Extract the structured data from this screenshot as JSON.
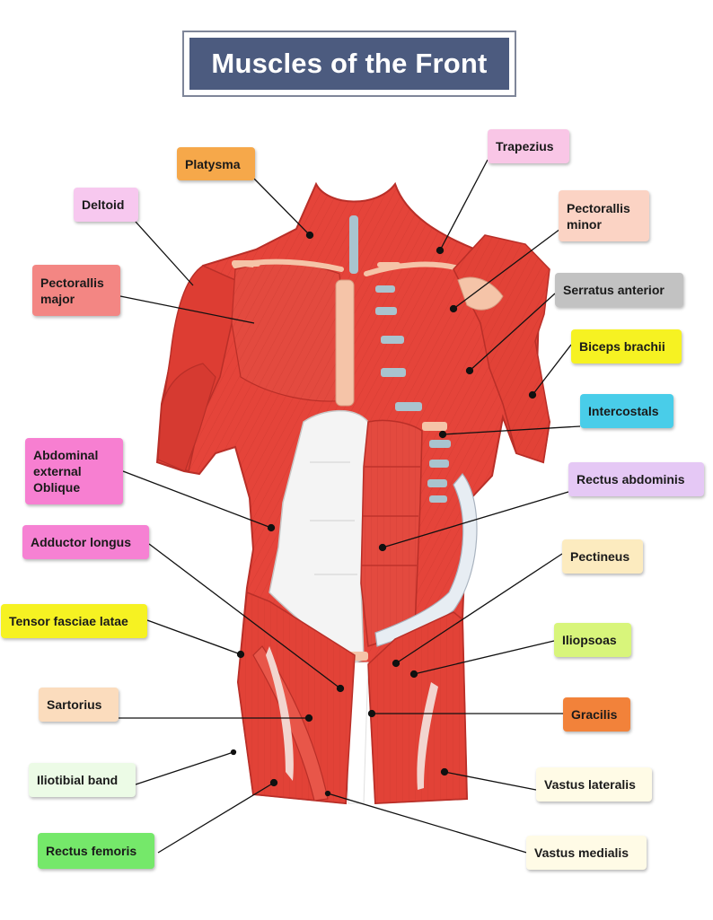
{
  "title": "Muscles of the Front",
  "labels": {
    "platysma": {
      "text": "Platysma",
      "color": "#f6a84a"
    },
    "trapezius": {
      "text": "Trapezius",
      "color": "#f9c6e6"
    },
    "deltoid": {
      "text": "Deltoid",
      "color": "#f7c8ef"
    },
    "pectorallis_minor": {
      "text": "Pectorallis\nminor",
      "color": "#fbd3c4"
    },
    "pectorallis_major": {
      "text": "Pectorallis\nmajor",
      "color": "#f38683"
    },
    "serratus_anterior": {
      "text": "Serratus anterior",
      "color": "#c2c2c2"
    },
    "biceps_brachii": {
      "text": "Biceps brachii",
      "color": "#f6f222"
    },
    "intercostals": {
      "text": "Intercostals",
      "color": "#49cde9"
    },
    "abdominal_external_oblique": {
      "text": "Abdominal\nexternal\nOblique",
      "color": "#f77fd1"
    },
    "rectus_abdominis": {
      "text": "Rectus abdominis",
      "color": "#e5c8f5"
    },
    "adductor_longus": {
      "text": "Adductor longus",
      "color": "#f681d3"
    },
    "pectineus": {
      "text": "Pectineus",
      "color": "#fcebbf"
    },
    "tensor_fasciae_latae": {
      "text": "Tensor fasciae latae",
      "color": "#f6f222"
    },
    "iliopsoas": {
      "text": "Iliopsoas",
      "color": "#d8f57b"
    },
    "sartorius": {
      "text": "Sartorius",
      "color": "#fbdcbd"
    },
    "gracilis": {
      "text": "Gracilis",
      "color": "#f2823a"
    },
    "iliotibial_band": {
      "text": "Iliotibial band",
      "color": "#ecfbe6"
    },
    "vastus_lateralis": {
      "text": "Vastus lateralis",
      "color": "#fffbe6"
    },
    "rectus_femoris": {
      "text": "Rectus femoris",
      "color": "#75e86a"
    },
    "vastus_medialis": {
      "text": "Vastus medialis",
      "color": "#fffbe6"
    }
  },
  "colors": {
    "muscle": "#e5443a",
    "muscle_dark": "#b92f28",
    "muscle_light": "#f06a5c",
    "tendon": "#f5c4a8",
    "cartilage": "#a9c4cf",
    "fascia": "#f4f4f4",
    "leader": "#111111"
  }
}
